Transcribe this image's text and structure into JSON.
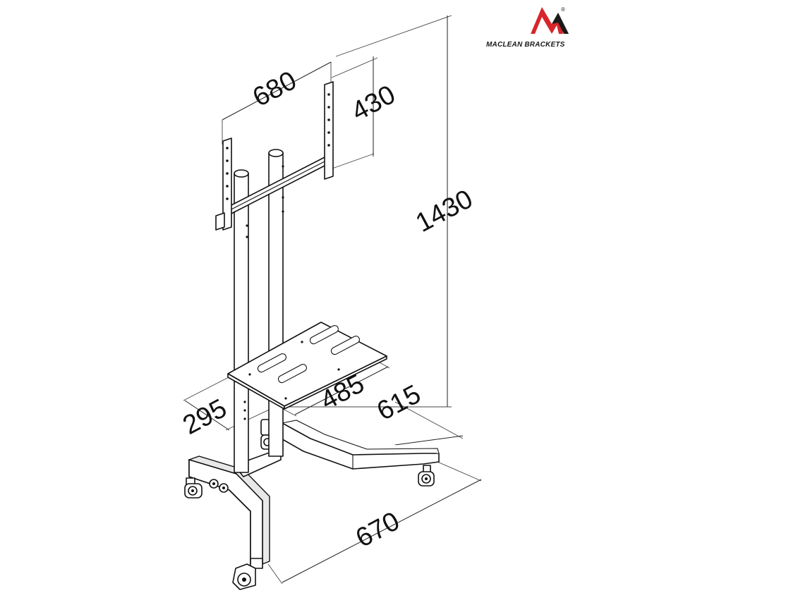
{
  "brand": {
    "name": "MACLEAN BRACKETS",
    "registered_mark": "®",
    "colors": {
      "red": "#d7262b",
      "dark": "#1a1a1a"
    }
  },
  "dimensions": {
    "vesa_width": "680",
    "vesa_height": "430",
    "total_height": "1430",
    "shelf_width": "485",
    "shelf_depth": "295",
    "base_inner": "615",
    "base_outer": "670"
  },
  "colors": {
    "line": "#111111",
    "background": "#ffffff",
    "shading": "#e8e8e8"
  }
}
